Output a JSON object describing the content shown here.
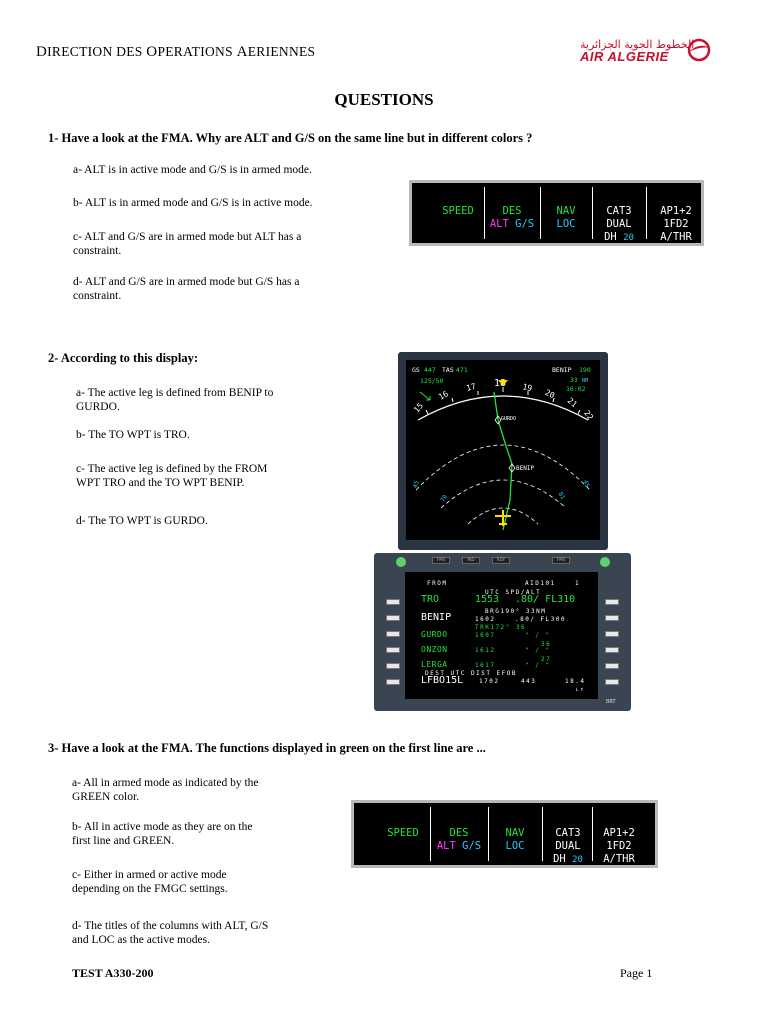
{
  "header": {
    "dept_cap_d": "D",
    "dept_rest_1": "IRECTION DES ",
    "dept_cap_o": "O",
    "dept_rest_2": "PERATIONS ",
    "dept_cap_a": "A",
    "dept_rest_3": "ERIENNES",
    "logo_arabic": "الخطوط الجوية الجزائرية",
    "logo_name": "AIR ALGERIE"
  },
  "title": "QUESTIONS",
  "questions": [
    {
      "label": "1- Have a look at the FMA. Why are ALT and G/S on the same line but in different colors ?",
      "answers": [
        "a- ALT is in active mode and G/S is in armed mode.",
        "b- ALT is in armed mode and G/S is in active mode.",
        "c- ALT and G/S are in armed mode but ALT has a",
        "constraint.",
        "d- ALT and G/S are in armed mode but G/S has a",
        "constraint."
      ]
    },
    {
      "label": "2- According to this display:",
      "answers": [
        "a- The active leg is defined from BENIP to",
        "GURDO.",
        "b- The TO WPT is TRO.",
        "c- The active leg is defined by the FROM",
        "WPT TRO and the TO WPT BENIP.",
        "d- The TO WPT is GURDO."
      ]
    },
    {
      "label": "3- Have a look at the FMA. The functions displayed in green on the first line are ...",
      "answers": [
        "a- All in armed mode as indicated by the",
        "GREEN color.",
        "b- All in active mode as they are on the",
        "first line and GREEN.",
        "c- Either in armed or active mode",
        "depending on the FMGC settings.",
        "d- The titles of the columns with ALT, G/S",
        "and LOC as the active modes."
      ]
    }
  ],
  "fma": {
    "speed": "SPEED",
    "des": "DES",
    "alt": "ALT",
    "gs": "G/S",
    "nav": "NAV",
    "loc": "LOC",
    "cat": "CAT3",
    "dual": "DUAL",
    "dh": "DH",
    "dh_val": "20",
    "ap": "AP1+2",
    "fd": "1FD2",
    "athr": "A/THR"
  },
  "nd": {
    "gs_label": "GS",
    "gs_val": "447",
    "tas_label": "TAS",
    "tas_val": "471",
    "wind": "125/50",
    "wpt": "BENIP",
    "brg": "190",
    "dist": "33",
    "dist_unit": "NM",
    "eta": "16:02",
    "headings": [
      "15",
      "16",
      "17",
      "18",
      "19",
      "20",
      "21",
      "22"
    ],
    "range_l1": "45",
    "range_r1": "45",
    "range_l2": "70",
    "range_r2": "81",
    "gurdo": "GURDO",
    "benip": "BENIP"
  },
  "mcdu": {
    "btns": [
      "FMS",
      "IND",
      "RDY",
      "FMS"
    ],
    "from": "FROM",
    "flight": "AID101",
    "page": "1",
    "h1": "UTC    SPD/ALT",
    "r1_name": "TRO",
    "r1_utc": "1553",
    "r1_alt": ".80/ FL310",
    "h2": "BRG190°   33NM",
    "r2_name": "BENIP",
    "r2_utc": "1602",
    "r2_alt": ".80/ FL300",
    "h3": "TRK172°   36",
    "r3_name": "GURDO",
    "r3_utc": "1607",
    "r3_alt": "\" /  \"",
    "h4": "36",
    "r4_name": "ONZON",
    "r4_utc": "1612",
    "r4_alt": "\" /  \"",
    "h5": "27",
    "r5_name": "LERGA",
    "r5_utc": "1617",
    "r5_alt": "\" /  \"",
    "h6": "DEST    UTC    DIST   EFOB",
    "r6_name": "LFBO15L",
    "r6_utc": "1702",
    "r6_dist": "443",
    "r6_efob": "18.4",
    "brand": "BRT"
  },
  "footer": {
    "left": "TEST A330-200",
    "right": "Page 1"
  }
}
